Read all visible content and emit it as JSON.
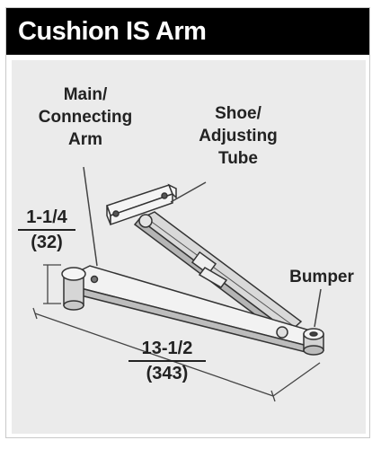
{
  "title": "Cushion IS Arm",
  "labels": {
    "main_arm_line1": "Main/",
    "main_arm_line2": "Connecting",
    "main_arm_line3": "Arm",
    "shoe_line1": "Shoe/",
    "shoe_line2": "Adjusting",
    "shoe_line3": "Tube",
    "bumper": "Bumper"
  },
  "dimensions": {
    "height_in": "1-1/4",
    "height_mm": "(32)",
    "length_in": "13-1/2",
    "length_mm": "(343)"
  }
}
